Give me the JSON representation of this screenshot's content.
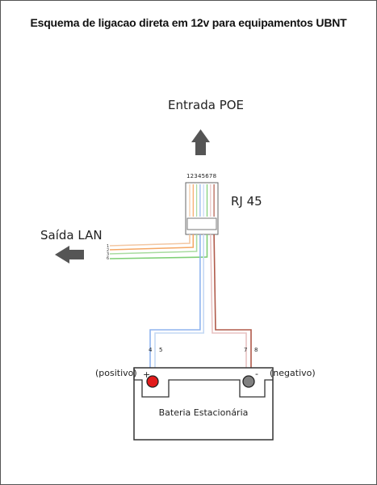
{
  "title": "Esquema de ligacao direta em 12v para equipamentos UBNT",
  "labels": {
    "entrada_poe": "Entrada POE",
    "saida_lan": "Saída LAN",
    "rj45": "RJ 45",
    "positivo": "(positivo)",
    "negativo": "(negativo)",
    "bateria": "Bateria Estacionária",
    "plus": "+",
    "minus": "-"
  },
  "rj45_pins": "12345678",
  "lan_pins": [
    "1",
    "2",
    "3",
    "6"
  ],
  "battery_wires": {
    "positive": [
      "4",
      "5"
    ],
    "negative": [
      "7",
      "8"
    ]
  },
  "colors": {
    "pin1": "#f3c7a2",
    "pin2": "#f5a866",
    "pin3": "#a9dca0",
    "pin6": "#7fcf75",
    "pin4": "#8fb4ee",
    "pin5": "#c4d8f4",
    "pin7": "#e8c2c2",
    "pin8": "#b05a4a",
    "positive_terminal": "#e21b1b",
    "negative_terminal": "#808080",
    "arrow": "#555555"
  }
}
